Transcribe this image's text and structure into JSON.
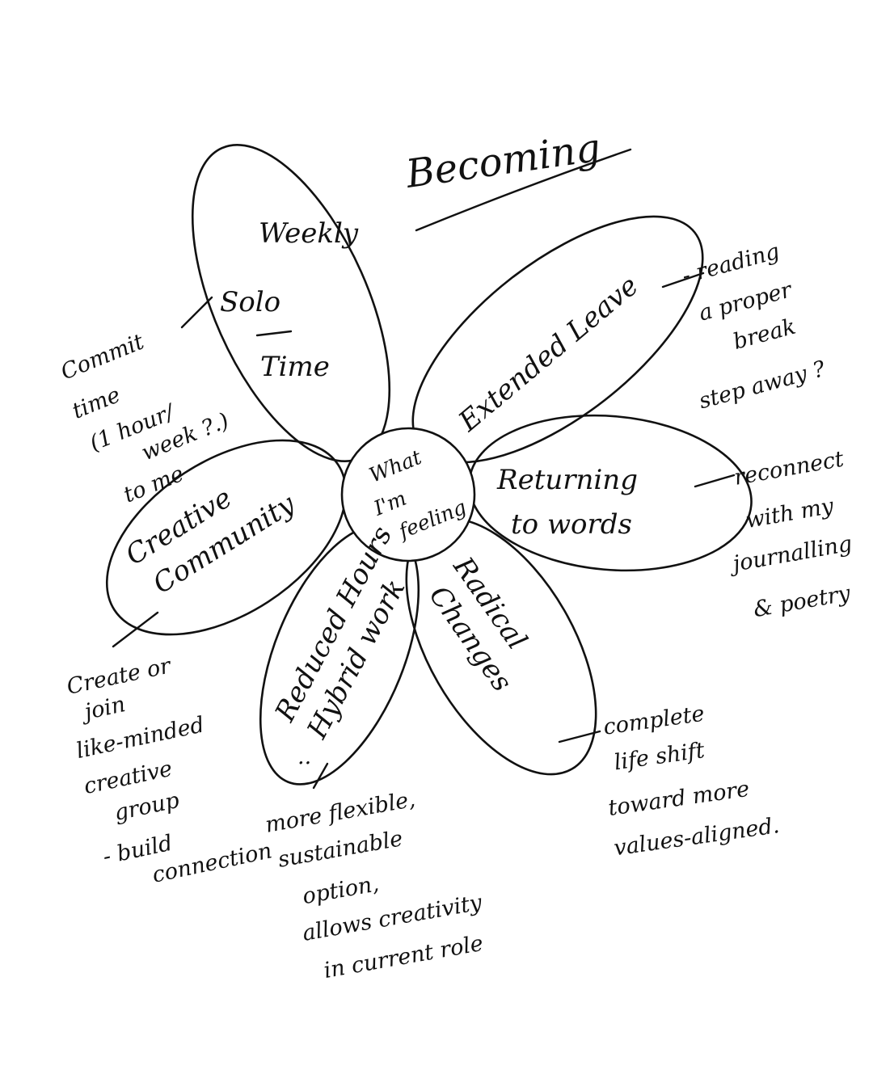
{
  "title": "Becoming",
  "center": {
    "lines": [
      "What",
      "I'm",
      "feeling"
    ]
  },
  "petals": {
    "weekly_solo_time": {
      "lines": [
        "Weekly",
        "Solo",
        "Time"
      ]
    },
    "extended_leave": {
      "lines": [
        "Extended Leave"
      ]
    },
    "returning_to_words": {
      "lines": [
        "Returning",
        "to words"
      ]
    },
    "radical_changes": {
      "lines": [
        "Radical",
        "Changes"
      ]
    },
    "reduced_hours": {
      "lines": [
        "Reduced Hours",
        "Hybrid work"
      ]
    },
    "creative_community": {
      "lines": [
        "Creative",
        "Community"
      ]
    }
  },
  "notes": {
    "weekly_solo_time": {
      "lines": [
        "Commit",
        "time",
        "(1 hour/",
        "week ?.)",
        "to me"
      ]
    },
    "extended_leave": {
      "lines": [
        "- reading",
        "a proper",
        "break",
        "step away ?"
      ]
    },
    "returning_to_words": {
      "lines": [
        "reconnect",
        "with my",
        "journalling",
        "& poetry"
      ]
    },
    "radical_changes": {
      "lines": [
        "complete",
        "life shift",
        "toward more",
        "values-aligned."
      ]
    },
    "reduced_hours": {
      "lines": [
        "more flexible,",
        "sustainable",
        "option,",
        "allows creativity",
        "in current role"
      ]
    },
    "creative_community": {
      "lines": [
        "Create or",
        "join",
        "like-minded",
        "creative",
        "group",
        "- build",
        "connection"
      ]
    }
  },
  "colors": {
    "ink": "#111111",
    "paper": "#ffffff"
  }
}
